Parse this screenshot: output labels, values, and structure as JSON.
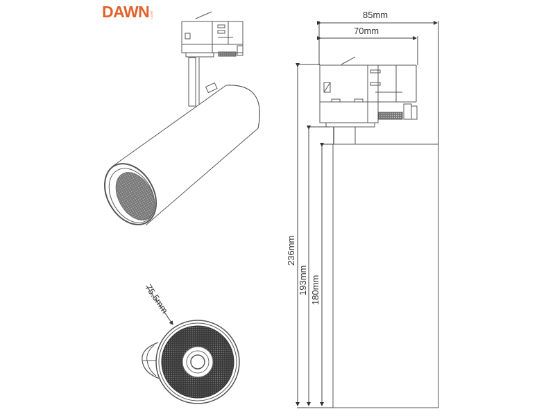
{
  "brand": {
    "name": "DAWN",
    "sub": "LIGHT",
    "color": "#e0622c"
  },
  "views": {
    "perspective": {
      "label": "perspective-view"
    },
    "front": {
      "label": "front-view",
      "diameter": "75.5mm"
    },
    "side": {
      "label": "side-elevation"
    }
  },
  "dimensions": {
    "width_total": "85mm",
    "width_adapter": "70mm",
    "height_total": "236mm",
    "height_mid": "193mm",
    "height_body": "180mm",
    "diameter": "75.5mm"
  }
}
